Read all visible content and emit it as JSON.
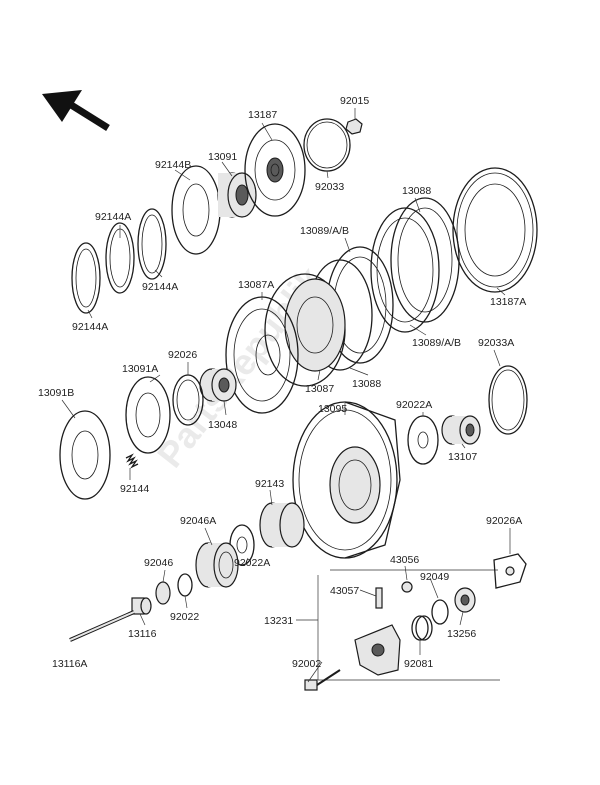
{
  "watermark": "PartsRepublik",
  "labels": {
    "p13187": "13187",
    "p92015": "92015",
    "p13091": "13091",
    "p92144B": "92144B",
    "p92033": "92033",
    "p13088_top": "13088",
    "p92144A_1": "92144A",
    "p13089_top": "13089/A/B",
    "p92144A_2": "92144A",
    "p13187A": "13187A",
    "p92144A_3": "92144A",
    "p13087A": "13087A",
    "p92026": "92026",
    "p13091A": "13091A",
    "p13089_bot": "13089/A/B",
    "p92033A": "92033A",
    "p13048": "13048",
    "p13087": "13087",
    "p13088_bot": "13088",
    "p13091B": "13091B",
    "p13095": "13095",
    "p92022A_top": "92022A",
    "p13107": "13107",
    "p92144": "92144",
    "p92143": "92143",
    "p92046A": "92046A",
    "p92026A": "92026A",
    "p43056": "43056",
    "p92046": "92046",
    "p43057": "43057",
    "p92049": "92049",
    "p92022A_bot": "92022A",
    "p92022": "92022",
    "p13231": "13231",
    "p13116": "13116",
    "p13256": "13256",
    "p92081": "92081",
    "p92002": "92002",
    "p13116A": "13116A"
  }
}
